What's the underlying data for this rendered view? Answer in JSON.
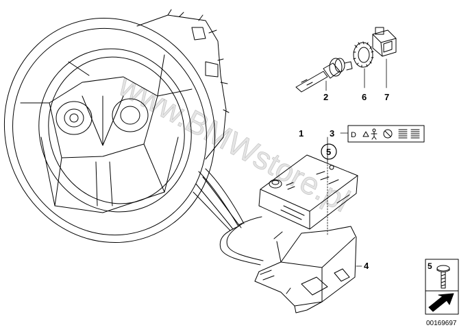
{
  "callouts": {
    "c1": "1",
    "c2": "2",
    "c3": "3",
    "c4": "4",
    "c5": "5",
    "c6": "6",
    "c7": "7"
  },
  "legend": {
    "item_number": "5"
  },
  "warning_label": {
    "letter": "D"
  },
  "watermark": {
    "text": "www.BMWstore.pl"
  },
  "document_number": "00169697"
}
